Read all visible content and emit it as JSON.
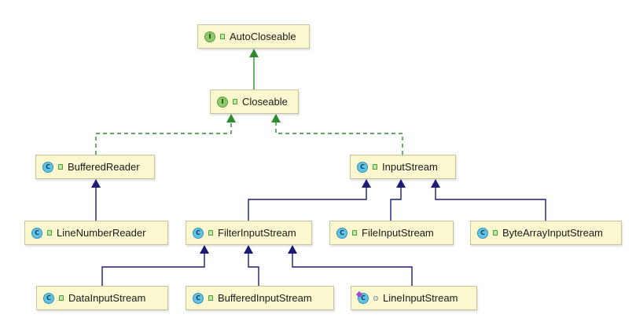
{
  "nodes": [
    {
      "id": "autocloseable",
      "name": "AutoCloseable",
      "kind": "interface",
      "kind_letter": "I",
      "access": "public"
    },
    {
      "id": "closeable",
      "name": "Closeable",
      "kind": "interface",
      "kind_letter": "I",
      "access": "public"
    },
    {
      "id": "bufferedreader",
      "name": "BufferedReader",
      "kind": "class",
      "kind_letter": "C",
      "access": "public"
    },
    {
      "id": "inputstream",
      "name": "InputStream",
      "kind": "class",
      "kind_letter": "C",
      "access": "public"
    },
    {
      "id": "linenumberreader",
      "name": "LineNumberReader",
      "kind": "class",
      "kind_letter": "C",
      "access": "public"
    },
    {
      "id": "filterinputstream",
      "name": "FilterInputStream",
      "kind": "class",
      "kind_letter": "C",
      "access": "public"
    },
    {
      "id": "fileinputstream",
      "name": "FileInputStream",
      "kind": "class",
      "kind_letter": "C",
      "access": "public"
    },
    {
      "id": "bytearrayinputstream",
      "name": "ByteArrayInputStream",
      "kind": "class",
      "kind_letter": "C",
      "access": "public"
    },
    {
      "id": "datainputstream",
      "name": "DataInputStream",
      "kind": "class",
      "kind_letter": "C",
      "access": "public"
    },
    {
      "id": "bufferedinputstream",
      "name": "BufferedInputStream",
      "kind": "class",
      "kind_letter": "C",
      "access": "public"
    },
    {
      "id": "lineinputstream",
      "name": "LineInputStream",
      "kind": "class-special",
      "kind_letter": "C",
      "access": "package"
    }
  ],
  "edges": [
    {
      "from": "closeable",
      "to": "autocloseable",
      "type": "extends-interface"
    },
    {
      "from": "bufferedreader",
      "to": "closeable",
      "type": "implements"
    },
    {
      "from": "inputstream",
      "to": "closeable",
      "type": "implements"
    },
    {
      "from": "linenumberreader",
      "to": "bufferedreader",
      "type": "extends"
    },
    {
      "from": "filterinputstream",
      "to": "inputstream",
      "type": "extends"
    },
    {
      "from": "fileinputstream",
      "to": "inputstream",
      "type": "extends"
    },
    {
      "from": "bytearrayinputstream",
      "to": "inputstream",
      "type": "extends"
    },
    {
      "from": "datainputstream",
      "to": "filterinputstream",
      "type": "extends"
    },
    {
      "from": "bufferedinputstream",
      "to": "filterinputstream",
      "type": "extends"
    },
    {
      "from": "lineinputstream",
      "to": "filterinputstream",
      "type": "extends"
    }
  ],
  "colors": {
    "implements_line": "#2e8b2e",
    "extends_line": "#1c1c7a",
    "node_fill": "#fbf7cf",
    "node_border": "#c8c39a"
  }
}
